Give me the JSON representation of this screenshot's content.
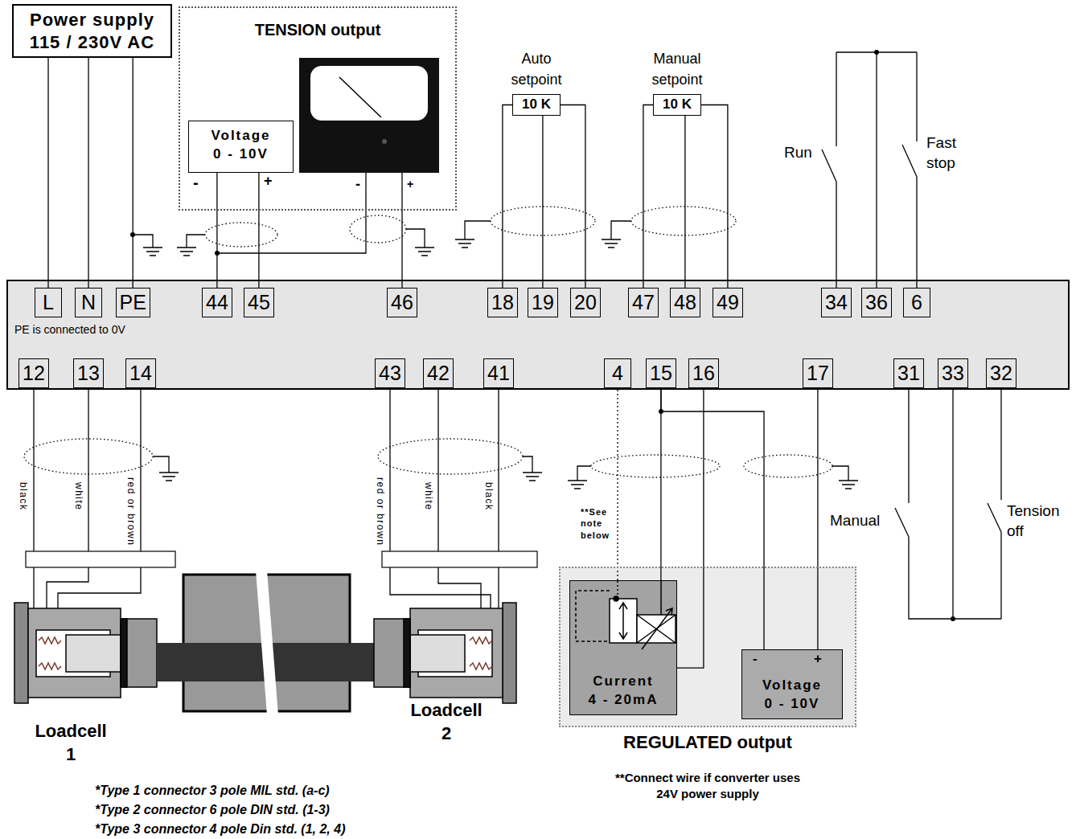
{
  "diagram": {
    "nodes": [
      {
        "text": [
          "Power supply 115 / 230V AC"
        ]
      },
      {
        "text": [
          "TENSION output"
        ]
      },
      {
        "text": [
          "Voltage 0 - 10V"
        ],
        "in": 1
      },
      {
        "text": [
          "Auto setpoint",
          "10 K"
        ]
      },
      {
        "text": [
          "Manual setpoint",
          "10 K"
        ]
      },
      {
        "text": [
          "PE is connected to 0V"
        ]
      },
      {
        "text": [
          "L"
        ],
        "in": 5
      },
      {
        "text": [
          "N"
        ],
        "in": 5
      },
      {
        "text": [
          "PE"
        ],
        "in": 5
      },
      {
        "text": [
          "44"
        ],
        "in": 5
      },
      {
        "text": [
          "45"
        ],
        "in": 5
      },
      {
        "text": [
          "46"
        ],
        "in": 5
      },
      {
        "text": [
          "18"
        ],
        "in": 5
      },
      {
        "text": [
          "19"
        ],
        "in": 5
      },
      {
        "text": [
          "20"
        ],
        "in": 5
      },
      {
        "text": [
          "47"
        ],
        "in": 5
      },
      {
        "text": [
          "48"
        ],
        "in": 5
      },
      {
        "text": [
          "49"
        ],
        "in": 5
      },
      {
        "text": [
          "34"
        ],
        "in": 5
      },
      {
        "text": [
          "36"
        ],
        "in": 5
      },
      {
        "text": [
          "6"
        ],
        "in": 5
      },
      {
        "text": [
          "12"
        ],
        "in": 5
      },
      {
        "text": [
          "13"
        ],
        "in": 5
      },
      {
        "text": [
          "14"
        ],
        "in": 5
      },
      {
        "text": [
          "43"
        ],
        "in": 5
      },
      {
        "text": [
          "42"
        ],
        "in": 5
      },
      {
        "text": [
          "41"
        ],
        "in": 5
      },
      {
        "text": [
          "4"
        ],
        "in": 5
      },
      {
        "text": [
          "15"
        ],
        "in": 5
      },
      {
        "text": [
          "16"
        ],
        "in": 5
      },
      {
        "text": [
          "17"
        ],
        "in": 5
      },
      {
        "text": [
          "31"
        ],
        "in": 5
      },
      {
        "text": [
          "33"
        ],
        "in": 5
      },
      {
        "text": [
          "32"
        ],
        "in": 5
      },
      {
        "text": [
          "REGULATED output"
        ]
      },
      {
        "text": [
          "Current 4 - 20mA"
        ],
        "in": 34
      },
      {
        "text": [
          "Voltage 0 - 10V"
        ],
        "in": 34
      }
    ],
    "edges": [
      {
        "from": 0,
        "to": 6,
        "arrow": "none"
      },
      {
        "from": 0,
        "to": 7,
        "arrow": "none"
      },
      {
        "from": 0,
        "to": 8,
        "arrow": "none"
      },
      {
        "from": 2,
        "to": 9,
        "arrow": "none"
      },
      {
        "from": 2,
        "to": 10,
        "arrow": "none"
      },
      {
        "from": 3,
        "to": 12,
        "arrow": "none"
      },
      {
        "from": 3,
        "to": 13,
        "arrow": "none"
      },
      {
        "from": 3,
        "to": 14,
        "arrow": "none"
      },
      {
        "from": 4,
        "to": 15,
        "arrow": "none"
      },
      {
        "from": 4,
        "to": 16,
        "arrow": "none"
      },
      {
        "from": 4,
        "to": 17,
        "arrow": "none"
      },
      {
        "from": 35,
        "to": 27,
        "arrow": "none"
      },
      {
        "from": 35,
        "to": 28,
        "arrow": "none"
      },
      {
        "from": 35,
        "to": 29,
        "arrow": "none"
      },
      {
        "from": 36,
        "to": 28,
        "arrow": "none"
      },
      {
        "from": 36,
        "to": 30,
        "arrow": "none"
      }
    ],
    "labels": [
      "-",
      "+",
      "-",
      "+",
      "Run",
      "Fast stop",
      "Manual",
      "Tension off",
      "black",
      "white",
      "red or brown",
      "red or brown",
      "white",
      "black",
      "**See note below",
      "-",
      "+",
      "Loadcell 1",
      "Loadcell 2",
      "**Connect wire if converter uses 24V power supply",
      "*Type 1 connector 3 pole MIL std. (a-c)",
      "*Type 2 connector 6 pole DIN std. (1-3)",
      "*Type 3 connector 4 pole Din std. (1, 2, 4)"
    ]
  }
}
